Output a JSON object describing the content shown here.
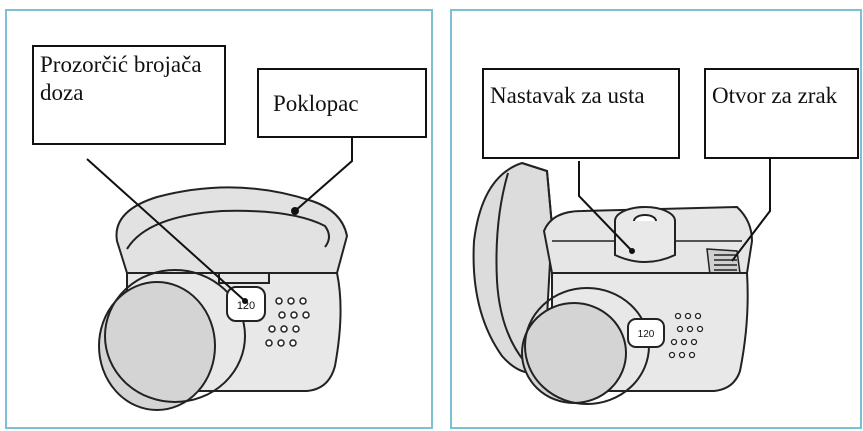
{
  "left_panel": {
    "dose_window_label": "Prozorčić brojača doza",
    "cap_label": "Poklopac",
    "counter_value": "120"
  },
  "right_panel": {
    "mouthpiece_label": "Nastavak za usta",
    "air_vent_label": "Otvor za zrak",
    "counter_value": "120"
  },
  "colors": {
    "panel_border": "#7fbfd6",
    "device_fill": "#e2e2e2",
    "device_shade": "#cfcfcf",
    "outline": "#222222"
  }
}
